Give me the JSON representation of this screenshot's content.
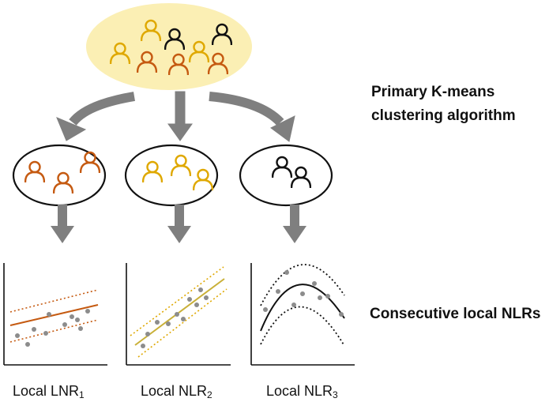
{
  "labels": {
    "primary_line1": "Primary K-means",
    "primary_line2": "clustering algorithm",
    "consecutive": "Consecutive local NLRs",
    "plot1_main": "Local LNR",
    "plot1_sub": "1",
    "plot2_main": "Local NLR",
    "plot2_sub": "2",
    "plot3_main": "Local NLR",
    "plot3_sub": "3"
  },
  "colors": {
    "population_fill": "#fbefb4",
    "arrow": "#7f7f7f",
    "cluster1": "#c55a11",
    "cluster2": "#dfa800",
    "cluster3": "#111111",
    "point": "#8c8c8c",
    "fit1": "#c55a11",
    "fit2": "#c9b038"
  },
  "icons": {
    "population": [
      "person-icon"
    ],
    "cluster": [
      "person-icon"
    ]
  }
}
